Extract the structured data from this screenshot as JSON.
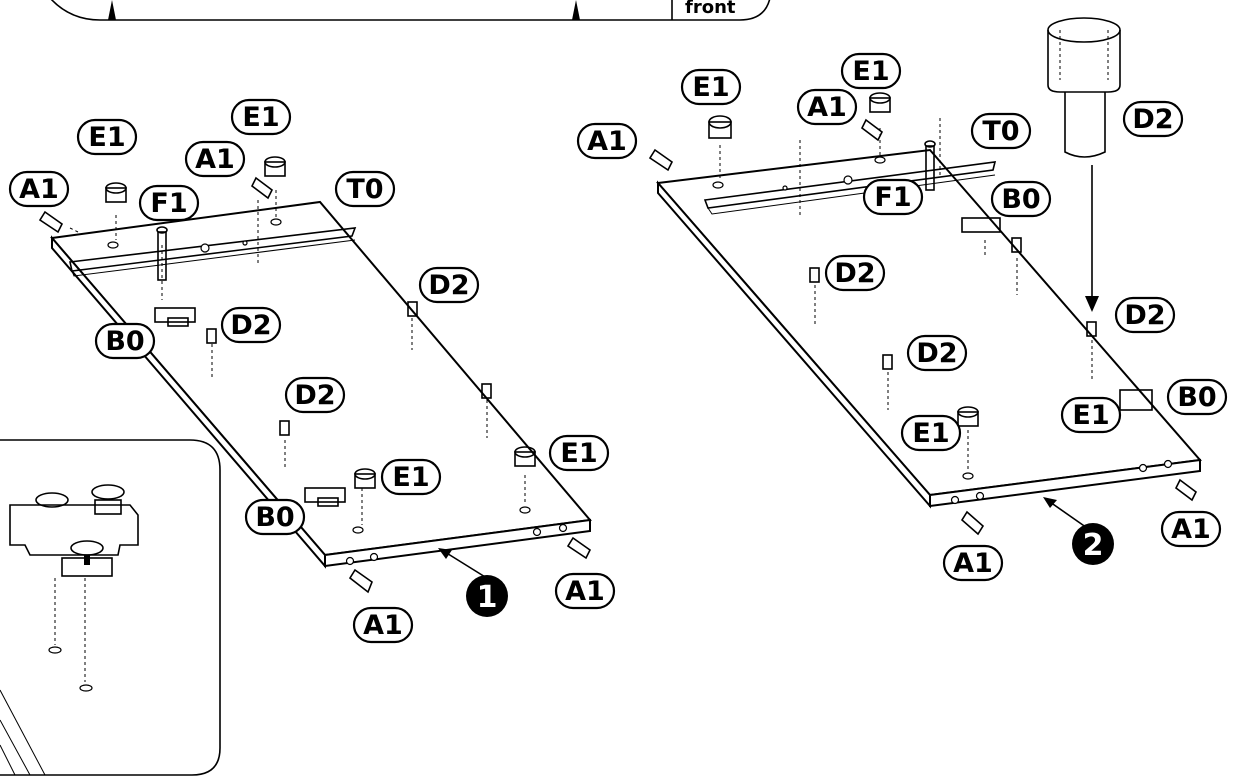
{
  "header": {
    "front_label": "front"
  },
  "step1": {
    "number": "1",
    "labels": {
      "a1_top": "A1",
      "e1_top": "E1",
      "a1_mid": "A1",
      "e1_mid": "E1",
      "t0": "T0",
      "f1": "F1",
      "d2_right": "D2",
      "d2_left": "D2",
      "b0_top": "B0",
      "d2_center": "D2",
      "e1_right": "E1",
      "e1_bottom": "E1",
      "b0_bottom": "B0",
      "a1_right": "A1",
      "a1_bottom": "A1"
    }
  },
  "step2": {
    "number": "2",
    "labels": {
      "e1_top": "E1",
      "e1_left": "E1",
      "a1_mid": "A1",
      "a1_left": "A1",
      "t0": "T0",
      "d2_dowel": "D2",
      "f1": "F1",
      "b0_top": "B0",
      "d2_mid": "D2",
      "d2_right": "D2",
      "d2_center": "D2",
      "b0_right": "B0",
      "e1_right": "E1",
      "e1_center": "E1",
      "a1_right": "A1",
      "a1_bottom": "A1"
    }
  }
}
